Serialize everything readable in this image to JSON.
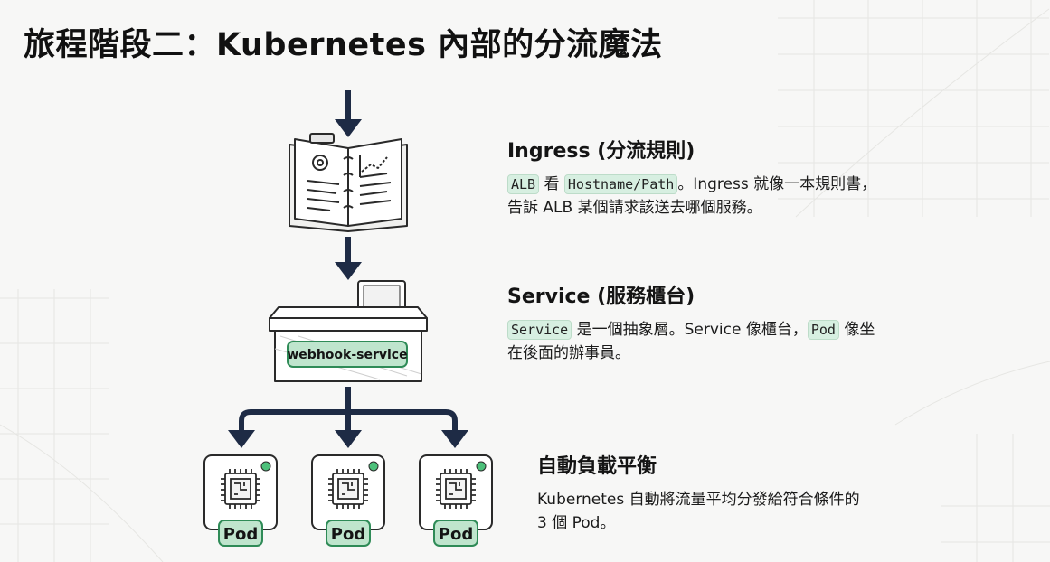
{
  "title": "旅程階段二：Kubernetes 內部的分流魔法",
  "ingress": {
    "heading": "Ingress (分流規則)",
    "line1": {
      "code1": "ALB",
      "t1": " 看 ",
      "code2": "Hostname/Path",
      "t2": "。Ingress 就像一本規則書，"
    },
    "line2": "告訴 ALB 某個請求該送去哪個服務。"
  },
  "service": {
    "heading": "Service (服務櫃台)",
    "line1": {
      "code1": "Service",
      "t1": " 是一個抽象層。Service 像櫃台，",
      "code2": "Pod",
      "t2": " 像坐"
    },
    "line2": "在後面的辦事員。",
    "desk_label": "webhook-service"
  },
  "balancing": {
    "heading": "自動負載平衡",
    "line1": "Kubernetes 自動將流量平均分發給符合條件的",
    "line2": "3 個 Pod。"
  },
  "pods": [
    {
      "label": "Pod"
    },
    {
      "label": "Pod"
    },
    {
      "label": "Pod"
    }
  ],
  "colors": {
    "arrow": "#1e2b45",
    "badge_fill": "#bfe5cd",
    "badge_stroke": "#2f8b57",
    "status_dot": "#4cc07a",
    "code_bg": "#d7efe1"
  },
  "icons": {
    "book": "rulebook-icon",
    "desk": "service-desk-icon",
    "monitor": "monitor-icon",
    "chip": "cpu-chip-icon"
  }
}
